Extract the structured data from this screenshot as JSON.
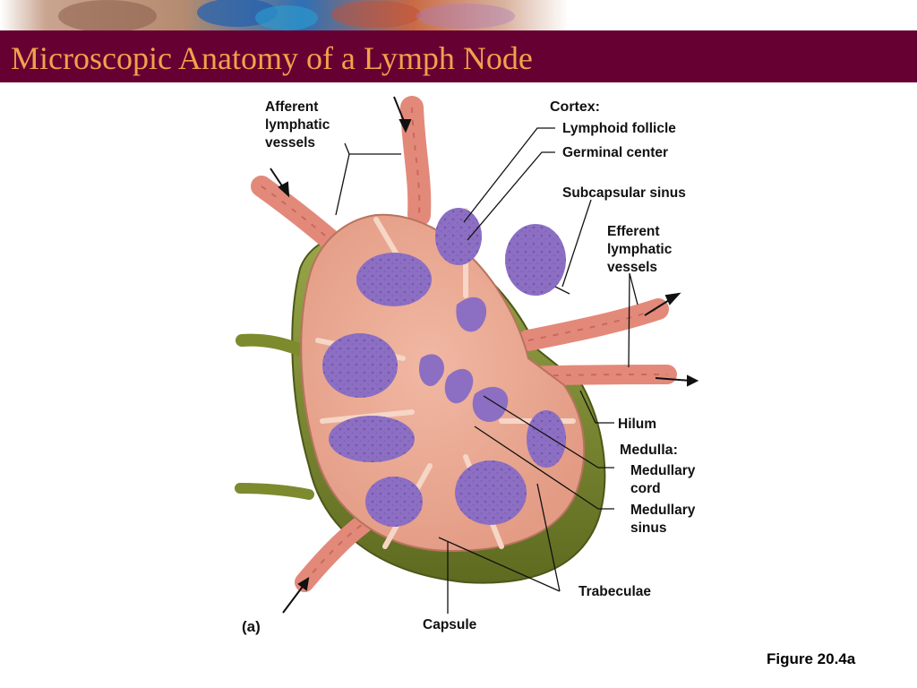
{
  "slide": {
    "title": "Microscopic Anatomy of a Lymph Node",
    "figure_ref": "Figure 20.4a"
  },
  "colors": {
    "title_bar": "#660033",
    "title_text": "#f0a24b",
    "capsule": "#7d8a2e",
    "tissue": "#e9a58f",
    "follicle": "#8c6fc2",
    "vessel": "#e3897a"
  },
  "diagram": {
    "panel_label": "(a)",
    "labels": {
      "afferent_vessels": [
        "Afferent",
        "lymphatic",
        "vessels"
      ],
      "cortex_header": "Cortex:",
      "lymphoid_follicle": "Lymphoid follicle",
      "germinal_center": "Germinal center",
      "subcapsular_sinus": "Subcapsular sinus",
      "efferent_vessels": [
        "Efferent",
        "lymphatic",
        "vessels"
      ],
      "hilum": "Hilum",
      "medulla_header": "Medulla:",
      "medullary_cord": [
        "Medullary",
        "cord"
      ],
      "medullary_sinus": [
        "Medullary",
        "sinus"
      ],
      "trabeculae": "Trabeculae",
      "capsule": "Capsule"
    }
  }
}
